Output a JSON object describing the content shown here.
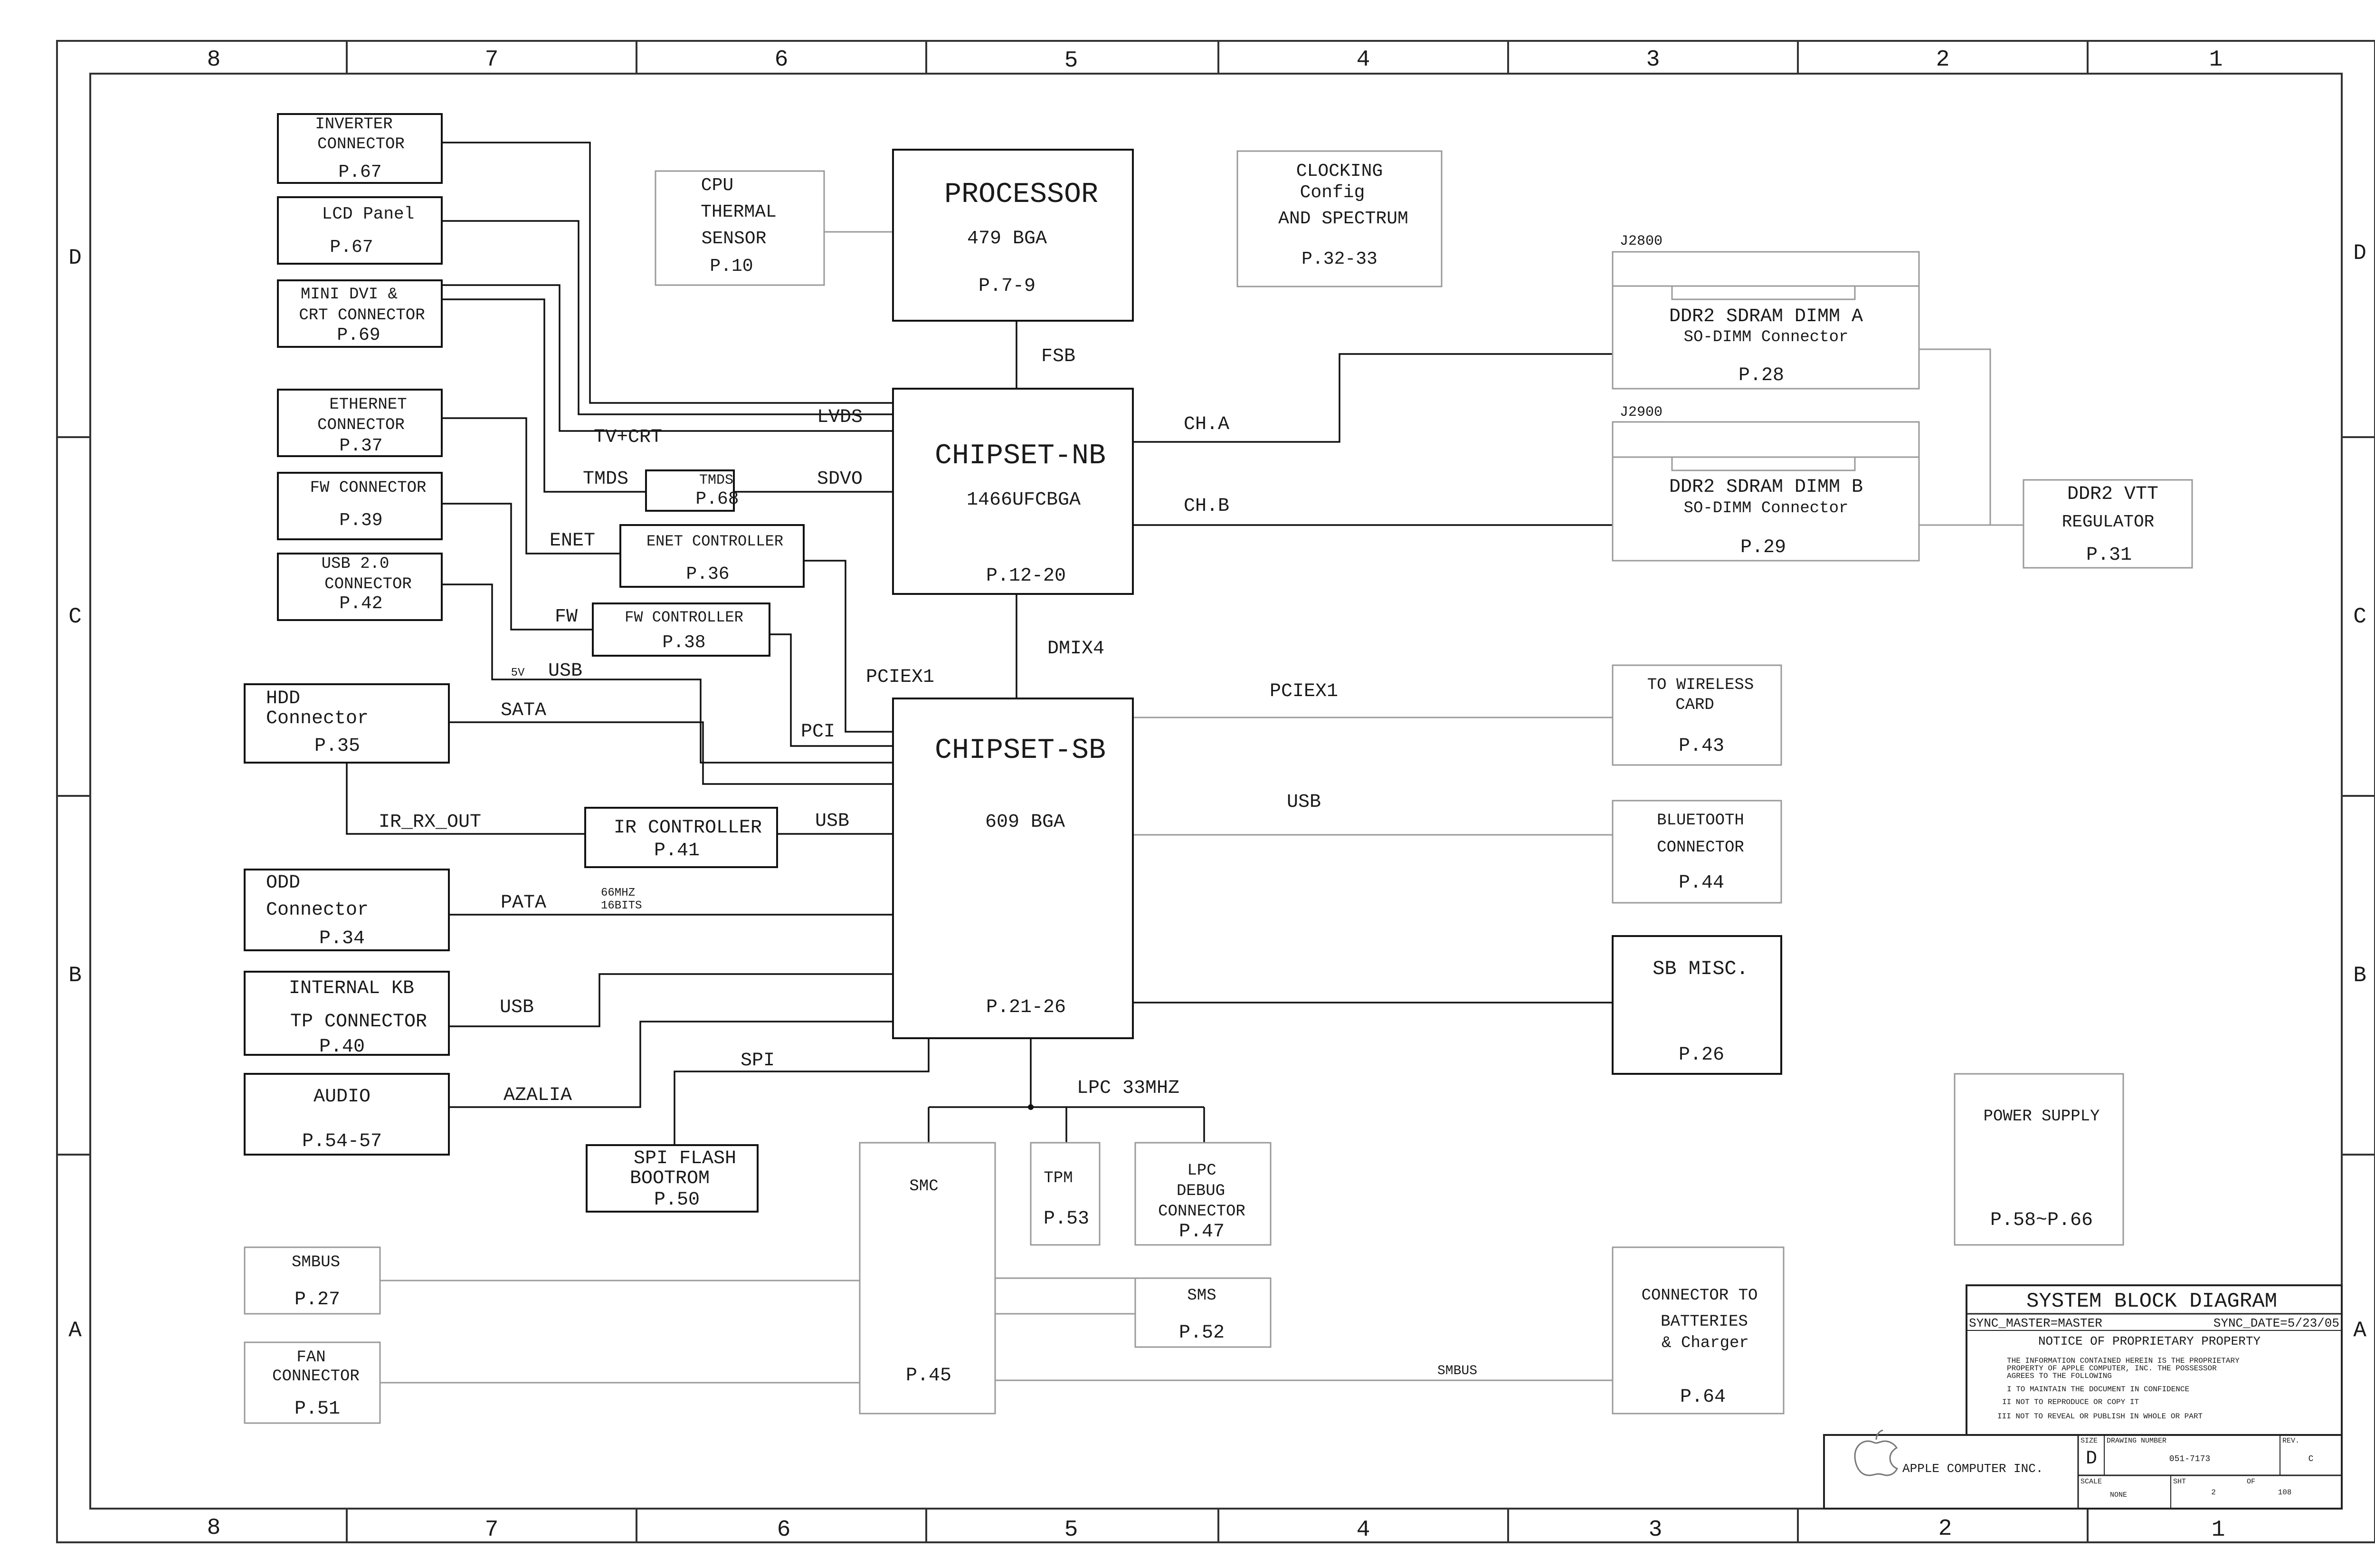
{
  "border": {
    "columns": [
      "8",
      "7",
      "6",
      "5",
      "4",
      "3",
      "2",
      "1"
    ],
    "rows": [
      "D",
      "C",
      "B",
      "A"
    ]
  },
  "blocks": {
    "processor": {
      "title": "PROCESSOR",
      "sub": "479 BGA",
      "page": "P.7-9"
    },
    "chipset_nb": {
      "title": "CHIPSET-NB",
      "sub": "1466UFCBGA",
      "page": "P.12-20"
    },
    "chipset_sb": {
      "title": "CHIPSET-SB",
      "sub": "609 BGA",
      "page": "P.21-26"
    },
    "cpu_thermal": {
      "lines": [
        "CPU",
        "THERMAL",
        "SENSOR"
      ],
      "page": "P.10"
    },
    "clocking": {
      "lines": [
        "CLOCKING",
        "Config",
        "AND SPECTRUM"
      ],
      "page": "P.32-33"
    },
    "inverter": {
      "lines": [
        "INVERTER",
        "CONNECTOR"
      ],
      "page": "P.67"
    },
    "lcd": {
      "lines": [
        "LCD Panel"
      ],
      "page": "P.67"
    },
    "minidvi": {
      "lines": [
        "MINI DVI &",
        "CRT CONNECTOR"
      ],
      "page": "P.69"
    },
    "ethernet": {
      "lines": [
        "ETHERNET",
        "CONNECTOR"
      ],
      "page": "P.37"
    },
    "fw_conn": {
      "lines": [
        "FW CONNECTOR"
      ],
      "page": "P.39"
    },
    "usb_conn": {
      "lines": [
        "USB 2.0",
        "CONNECTOR"
      ],
      "page": "P.42"
    },
    "tmds": {
      "lines": [
        "TMDS"
      ],
      "page": "P.68"
    },
    "enet_ctrl": {
      "lines": [
        "ENET CONTROLLER"
      ],
      "page": "P.36"
    },
    "fw_ctrl": {
      "lines": [
        "FW CONTROLLER"
      ],
      "page": "P.38"
    },
    "hdd": {
      "lines": [
        "HDD",
        "Connector"
      ],
      "page": "P.35"
    },
    "ir_ctrl": {
      "lines": [
        "IR CONTROLLER"
      ],
      "page": "P.41"
    },
    "odd": {
      "lines": [
        "ODD",
        "Connector"
      ],
      "page": "P.34"
    },
    "kb": {
      "lines": [
        "INTERNAL KB",
        "TP CONNECTOR"
      ],
      "page": "P.40"
    },
    "audio": {
      "lines": [
        "AUDIO"
      ],
      "page": "P.54-57"
    },
    "spi_flash": {
      "lines": [
        "SPI FLASH",
        "BOOTROM"
      ],
      "page": "P.50"
    },
    "smbus": {
      "lines": [
        "SMBUS"
      ],
      "page": "P.27"
    },
    "fan": {
      "lines": [
        "FAN",
        "CONNECTOR"
      ],
      "page": "P.51"
    },
    "smc": {
      "lines": [
        "SMC"
      ],
      "page": "P.45"
    },
    "tpm": {
      "lines": [
        "TPM"
      ],
      "page": "P.53"
    },
    "lpc_debug": {
      "lines": [
        "LPC",
        "DEBUG",
        "CONNECTOR"
      ],
      "page": "P.47"
    },
    "sms": {
      "lines": [
        "SMS"
      ],
      "page": "P.52"
    },
    "dimm_a": {
      "ref": "J2800",
      "lines": [
        "DDR2 SDRAM DIMM A",
        "SO-DIMM Connector"
      ],
      "page": "P.28"
    },
    "dimm_b": {
      "ref": "J2900",
      "lines": [
        "DDR2 SDRAM DIMM B",
        "SO-DIMM Connector"
      ],
      "page": "P.29"
    },
    "ddr2_vtt": {
      "lines": [
        "DDR2 VTT",
        "REGULATOR"
      ],
      "page": "P.31"
    },
    "wireless": {
      "lines": [
        "TO WIRELESS",
        "CARD"
      ],
      "page": "P.43"
    },
    "bluetooth": {
      "lines": [
        "BLUETOOTH",
        "CONNECTOR"
      ],
      "page": "P.44"
    },
    "sb_misc": {
      "lines": [
        "SB MISC."
      ],
      "page": "P.26"
    },
    "power": {
      "lines": [
        "POWER SUPPLY"
      ],
      "page": "P.58~P.66"
    },
    "batteries": {
      "lines": [
        "CONNECTOR TO",
        "BATTERIES",
        "& Charger"
      ],
      "page": "P.64"
    }
  },
  "signals": {
    "fsb": "FSB",
    "lvds": "LVDS",
    "tv_crt": "TV+CRT",
    "tmds": "TMDS",
    "sdvo": "SDVO",
    "enet": "ENET",
    "fw": "FW",
    "v5": "5V",
    "usb_left": "USB",
    "pciex1_left": "PCIEX1",
    "pci": "PCI",
    "dmix4": "DMIX4",
    "cha": "CH.A",
    "chb": "CH.B",
    "sata": "SATA",
    "ir_rx_out": "IR_RX_OUT",
    "usb_ir": "USB",
    "pata": "PATA",
    "pata_speed": "66MHZ",
    "pata_bits": "16BITS",
    "usb_kb": "USB",
    "azalia": "AZALIA",
    "spi": "SPI",
    "lpc": "LPC 33MHZ",
    "pciex1_right": "PCIEX1",
    "usb_right": "USB",
    "smbus": "SMBUS"
  },
  "title_block": {
    "title": "SYSTEM BLOCK DIAGRAM",
    "sync_master": "SYNC_MASTER=MASTER",
    "sync_date": "SYNC_DATE=5/23/05",
    "notice_title": "NOTICE OF PROPRIETARY PROPERTY",
    "notice_lines": [
      "THE INFORMATION CONTAINED HEREIN IS THE PROPRIETARY",
      "PROPERTY OF APPLE COMPUTER, INC. THE POSSESSOR",
      "AGREES TO THE FOLLOWING",
      "I TO MAINTAIN THE DOCUMENT IN CONFIDENCE",
      "II NOT TO REPRODUCE OR COPY IT",
      "III NOT TO REVEAL OR PUBLISH IN WHOLE OR PART"
    ],
    "company": "APPLE COMPUTER INC.",
    "size_label": "SIZE",
    "size": "D",
    "drawing_number_label": "DRAWING NUMBER",
    "drawing_number": "051-7173",
    "rev_label": "REV.",
    "rev": "C",
    "scale_label": "SCALE",
    "scale": "NONE",
    "sht_label": "SHT",
    "sht": "2",
    "of_label": "OF",
    "of": "108"
  }
}
